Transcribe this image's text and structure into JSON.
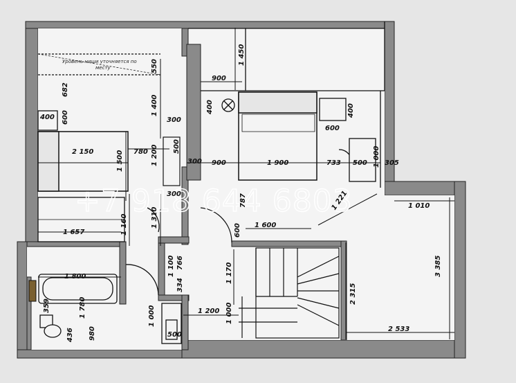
{
  "plan": {
    "note_line1": "Уровень ниши уточняется по",
    "note_line2": "месту",
    "watermark": "+7 918 644 6803",
    "dims": {
      "d550": "550",
      "d682": "682",
      "d1400": "1 400",
      "d1450": "1 450",
      "d900a": "900",
      "d400a": "400",
      "d600a": "600",
      "d300a": "300",
      "d400b": "400",
      "d600b": "600",
      "d2150": "2 150",
      "d780": "780",
      "d1500": "1 500",
      "d1200a": "1 200",
      "d500a": "500",
      "d300b": "300",
      "d900b": "900",
      "d1900": "1 900",
      "d733": "733",
      "d500b": "500",
      "d1000a": "1 000",
      "d305": "305",
      "d300c": "300",
      "d787": "787",
      "d1221": "1 221",
      "d1010": "1 010",
      "d1160": "1 160",
      "d1310": "1 310",
      "d1657": "1 657",
      "d600c": "600",
      "d1600": "1 600",
      "d3385": "3 385",
      "d1800": "1 800",
      "d1100": "1 100",
      "d766": "766",
      "d1170": "1 170",
      "d2315": "2 315",
      "d334": "334",
      "d1780": "1 780",
      "d359": "359",
      "d1200b": "1 200",
      "d1000b": "1 000",
      "d1000c": "1 000",
      "d980": "980",
      "d436": "436",
      "d500c": "500",
      "d2533": "2 533"
    }
  }
}
